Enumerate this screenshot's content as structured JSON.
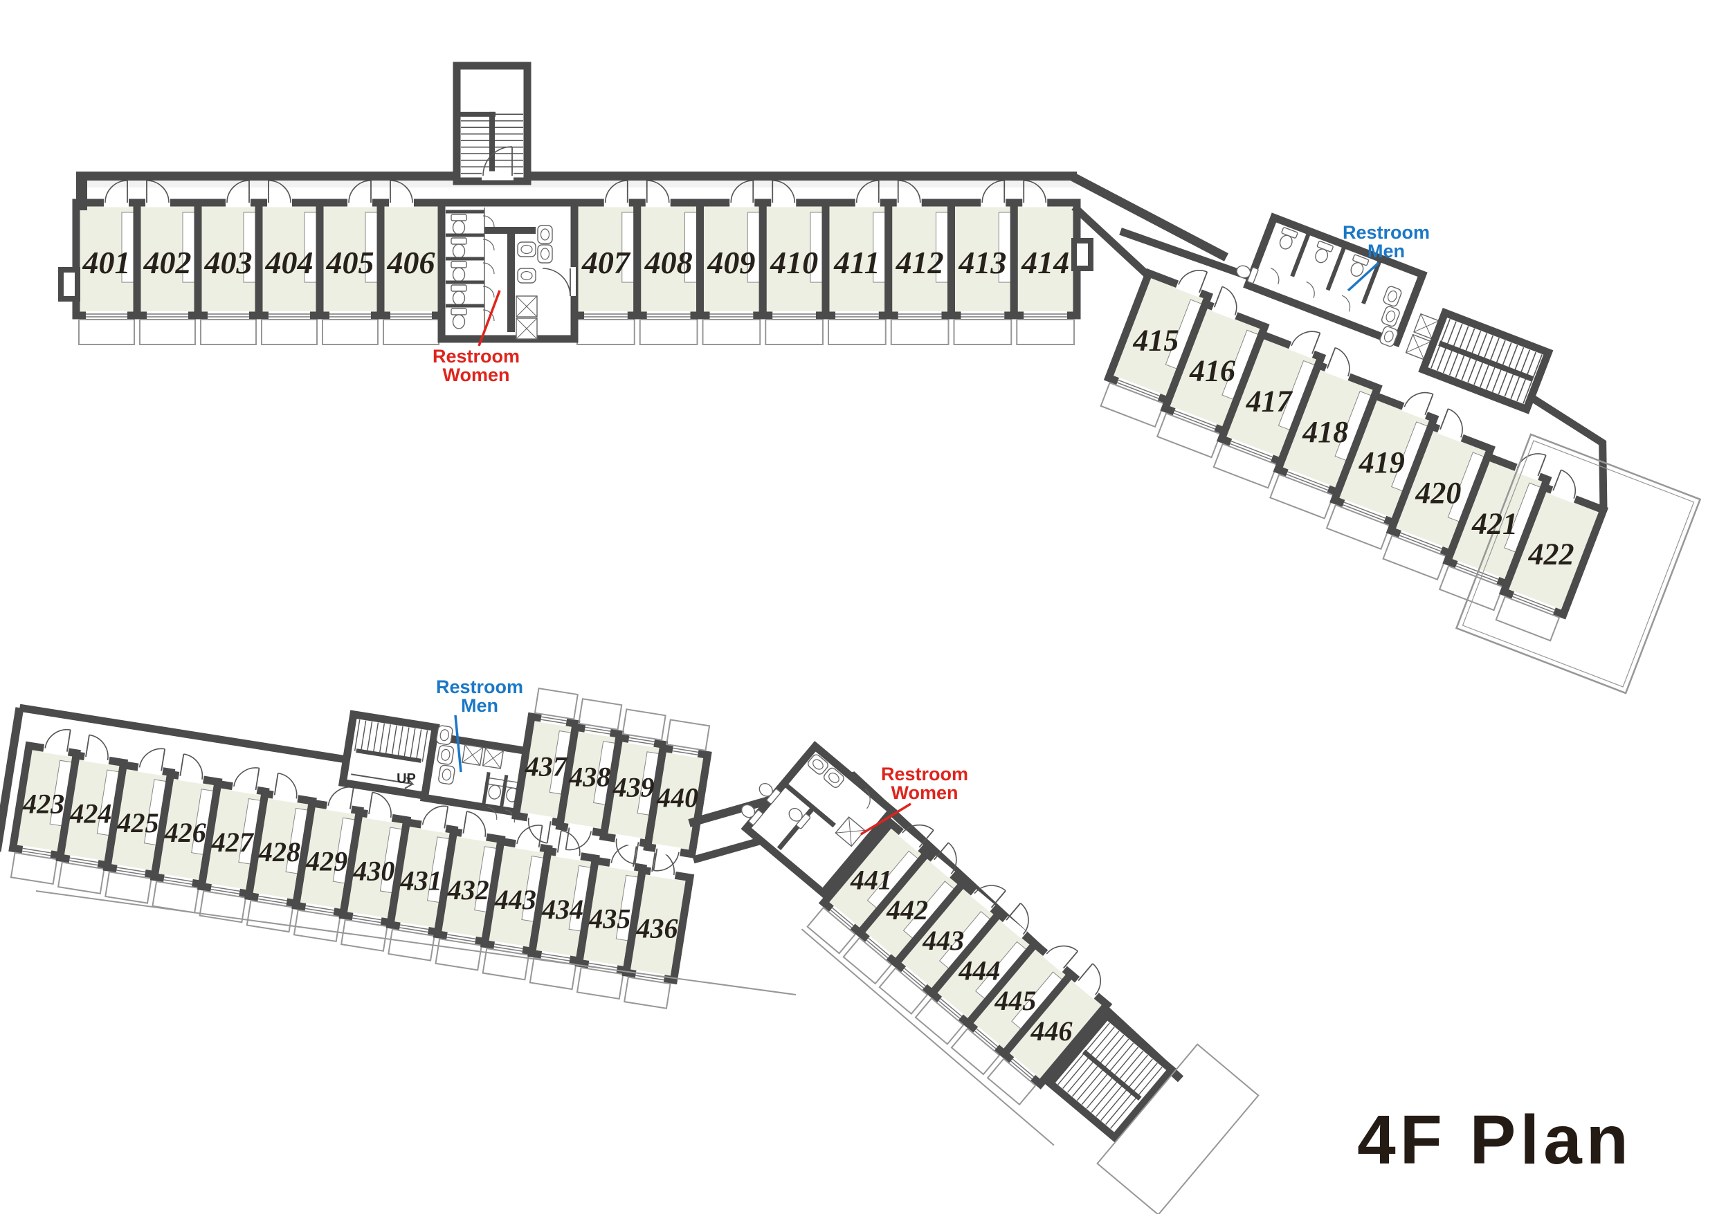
{
  "title": "4F Plan",
  "labels": {
    "up": "UP",
    "restroom_women_top": {
      "line1": "Restroom",
      "line2": "Women"
    },
    "restroom_men_top": {
      "line1": "Restroom",
      "line2": "Men"
    },
    "restroom_men_bottom": {
      "line1": "Restroom",
      "line2": "Men"
    },
    "restroom_women_bottom": {
      "line1": "Restroom",
      "line2": "Women"
    }
  },
  "colors": {
    "wall": "#4b4b4b",
    "room_fill": "#edefe2",
    "fixture_line": "#666666",
    "thin_outline": "#979797",
    "accent_red": "#df241c",
    "accent_blue": "#1b78c6",
    "title_ink": "#251b15"
  },
  "wings": {
    "top_a": {
      "rooms": [
        "401",
        "402",
        "403",
        "404",
        "405",
        "406"
      ]
    },
    "top_b": {
      "rooms": [
        "407",
        "408",
        "409",
        "410",
        "411",
        "412",
        "413",
        "414"
      ]
    },
    "top_right": {
      "rooms": [
        "415",
        "416",
        "417",
        "418",
        "419",
        "420",
        "421",
        "422"
      ]
    },
    "bottom_left": {
      "rooms": [
        "423",
        "424",
        "425",
        "426",
        "427",
        "428",
        "429",
        "430",
        "431",
        "432",
        "443",
        "434",
        "435",
        "436"
      ]
    },
    "bottom_mid": {
      "rooms": [
        "437",
        "438",
        "439",
        "440"
      ]
    },
    "bottom_right": {
      "rooms": [
        "441",
        "442",
        "443",
        "444",
        "445",
        "446"
      ]
    }
  }
}
